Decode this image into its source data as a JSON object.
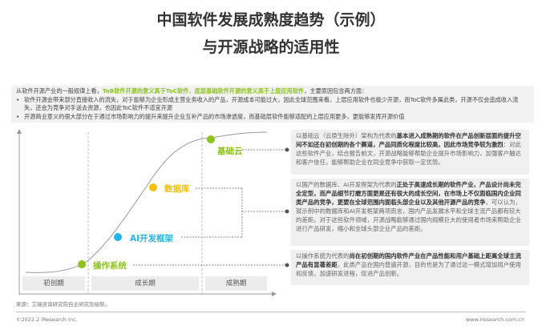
{
  "title": {
    "line1": "中国软件发展成熟度趋势（示例）",
    "line2": "与开源战略的适用性"
  },
  "intro": {
    "lead": "从软件开源产业的一般规律上看，",
    "hl1": "ToB软件开源的意义高于ToC软件",
    "sep": "，",
    "hl2": "底层基础软件开源的意义高于上层应用软件",
    "tail": "，主要原因包含两方面：",
    "bullet": "•",
    "b1": "软件开源会带来部分直接收入的流失，对于能够为企业形成主营业务收入的产品，开源成本可能过大，因此全球范围来看，上层应用软件也极少开源，而ToC软件多属此类，开源不仅会造成收入流失，还会为竞争对手送去资源，也因此ToC软件不适宜开源",
    "b2": "开源商业意义的很大部分在于通过市场影响力的提升来提升企业互补产品的市场渗透度，而基础层软件能够适配的上层应用更多，更能够发挥开源价值"
  },
  "chart": {
    "points": [
      {
        "label": "操作系统",
        "color": "#8dc21f"
      },
      {
        "label": "AI开发框架",
        "color": "#1fb6f0"
      },
      {
        "label": "数据库",
        "color": "#f5c000"
      },
      {
        "label": "基础云",
        "color": "#8dc21f"
      }
    ],
    "phases": [
      "初创期",
      "成长期",
      "成熟期"
    ]
  },
  "boxes": [
    {
      "pre": "以基础云（云原生除外）架构为代表的",
      "bold": "基本进入成熟期的软件在产品创新层面的提升空间不如还在初创期的各个赛道，产品同质化程度比较高，因此市场竞争较为激烈",
      "post": "：对此这些软件产业，结合报告前文，开源战略能够帮助企业提升市场影响力，加强客户触达和客户信任，能够帮助企业在同业竞争中获取一定优势。"
    },
    {
      "pre": "以国产的数据库、AI开发框架为代表的",
      "bold": "正处于高速成长期的软件产业，产品设计尚未完全定型，而产品细节打磨方面更是还有很大的成长空间，在市场上不仅面临国内企业同类产品的竞争，更要在全球范围内面临头部企业以及其他开源产品的竞争",
      "post": "，可以认为，就示例中的数据库和AI开发框架两项而言，国内产品发展水平和全球主流产品都有较大的差距。对于这些软件领域，开源战略能够通过国内规模巨大的使用者市场来帮助企业进行产品研发，缩小和全球头部企业产品的差距。"
    },
    {
      "pre": "以操作系统为代表的",
      "bold": "尚在初创期的国内软件产业在产品性能和用户基础上距离全球主流产品有显著差距",
      "post": "，此类产品在国内普遍开源，目的也是为了通过这一模式增加用户使用和反馈，加速研发进程，促进产品创新。"
    }
  ],
  "footer": {
    "source": "来源：艾瑞咨询研究院自主研究及绘制。",
    "copyright": "©2022.2 iResearch Inc.",
    "website": "www.iresearch.com.cn"
  }
}
